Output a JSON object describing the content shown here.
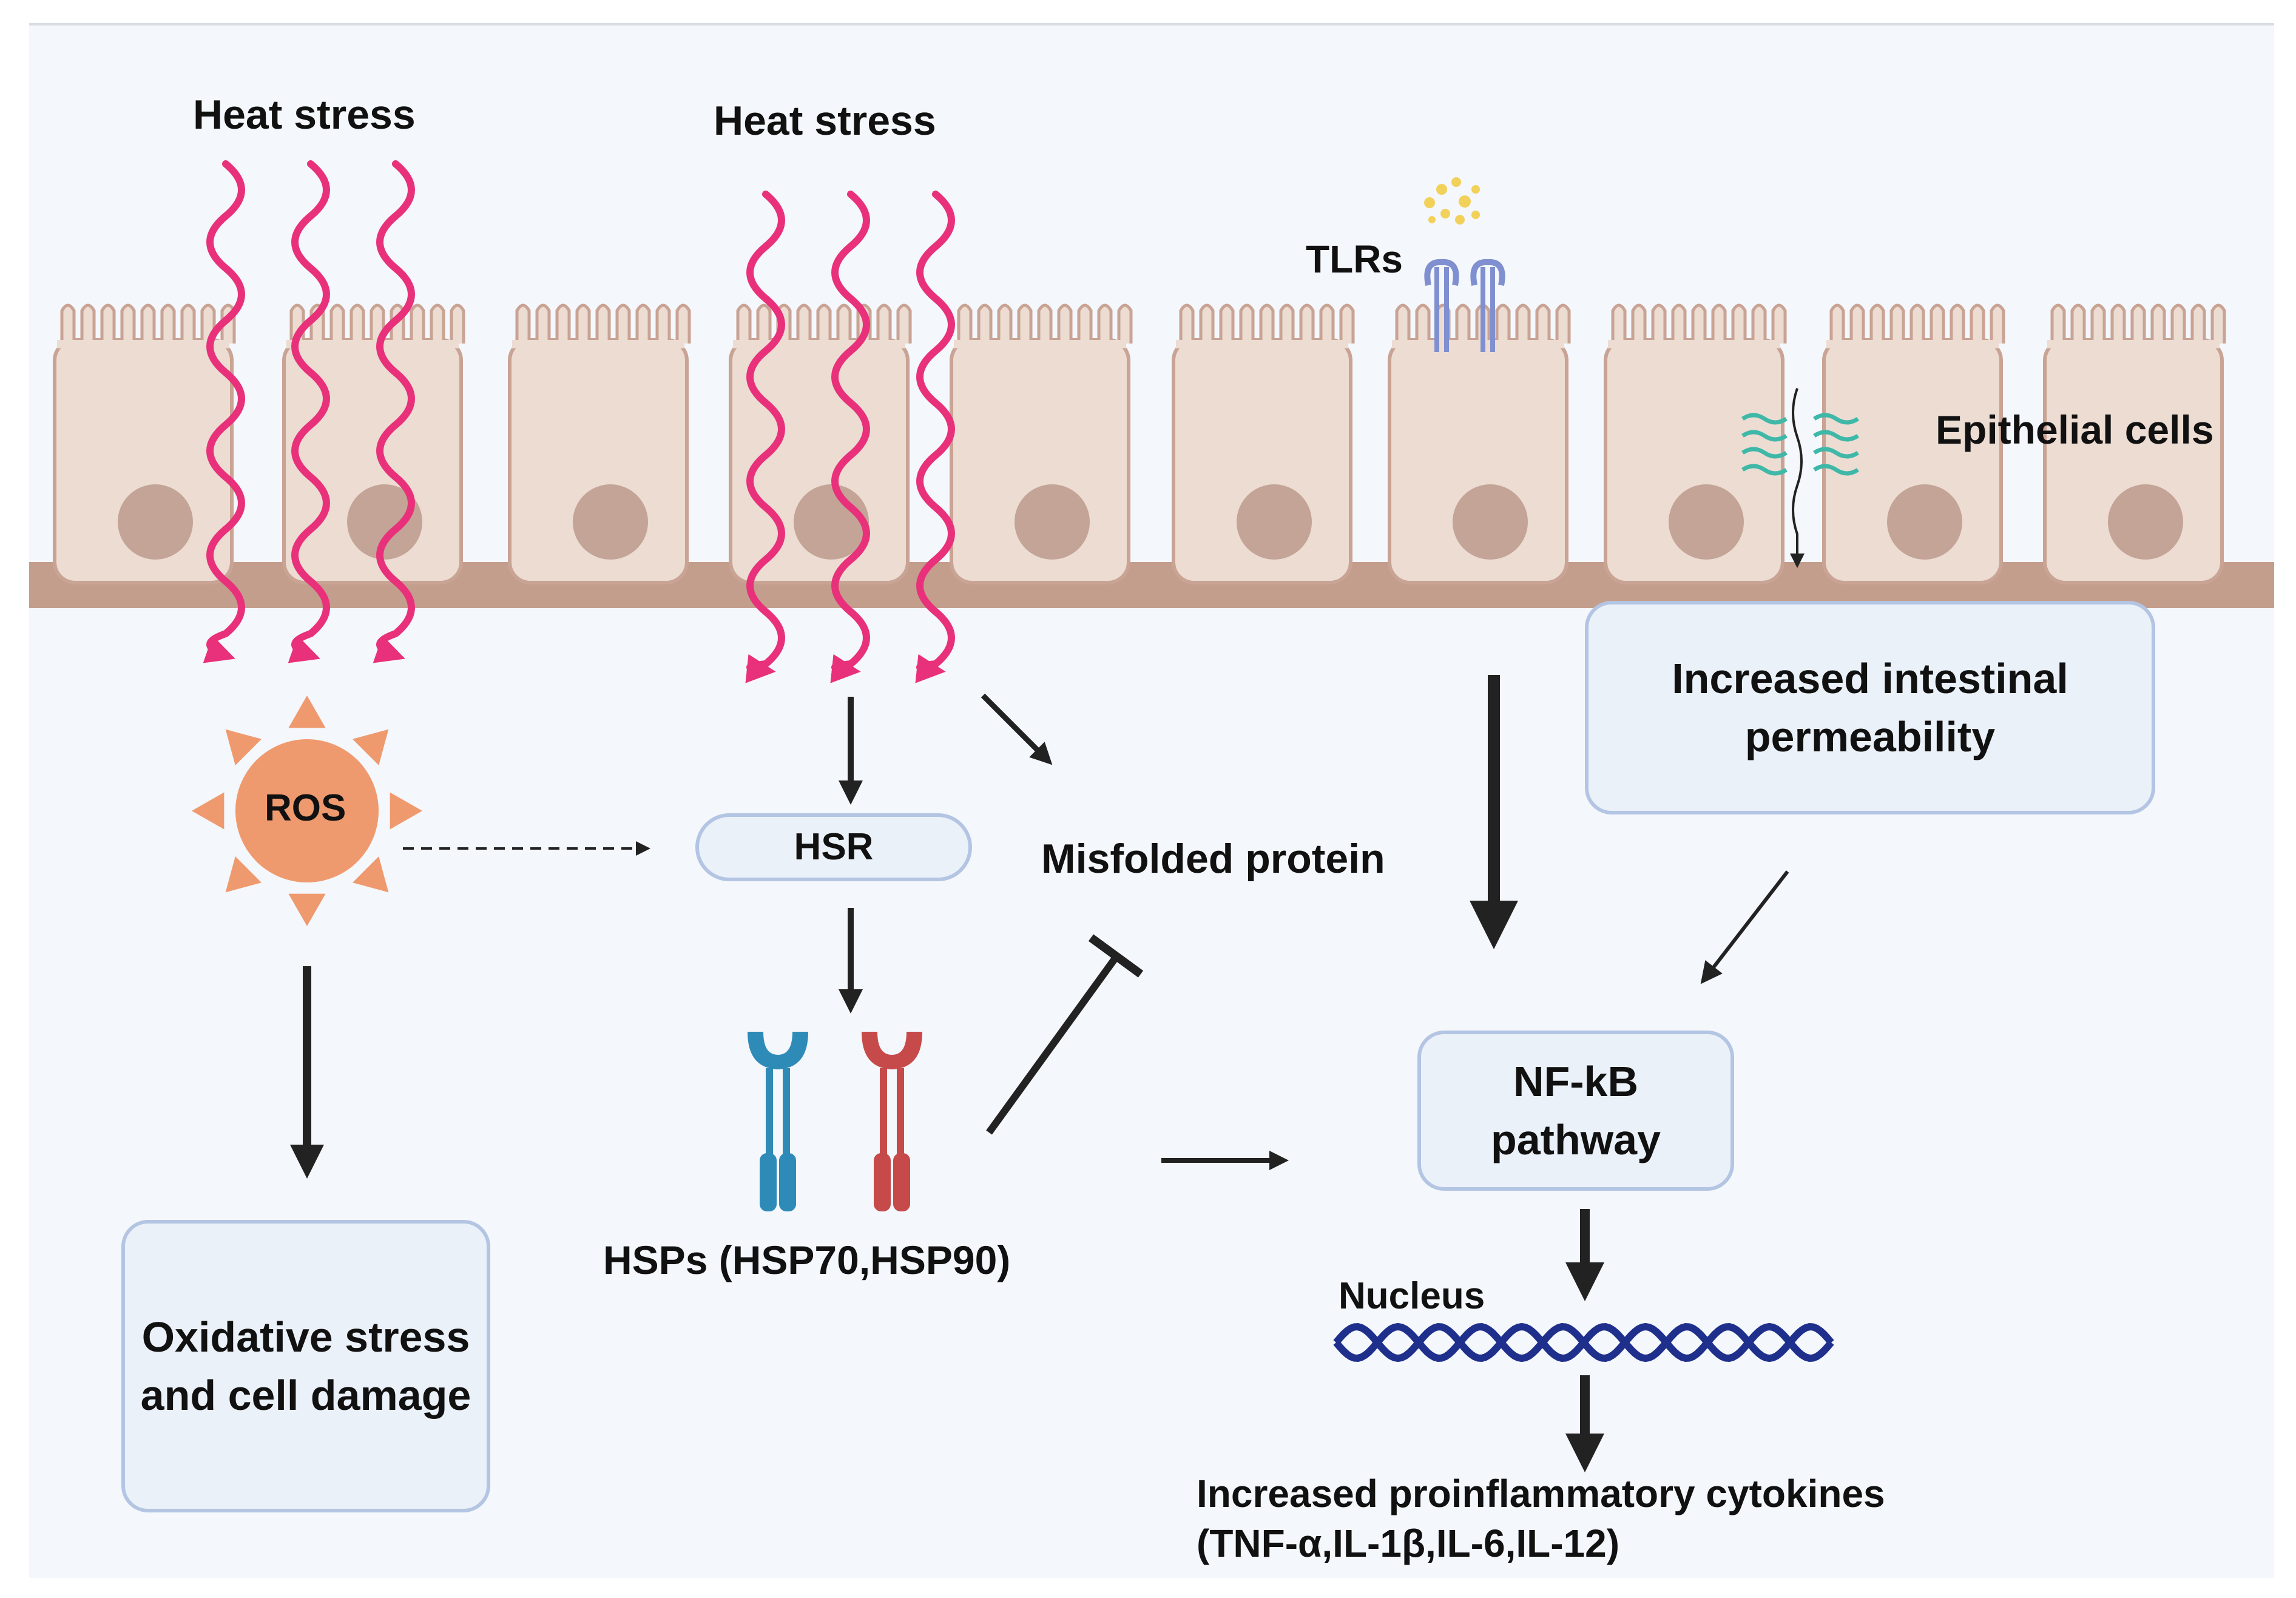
{
  "labels": {
    "heat_stress_left": "Heat stress",
    "heat_stress_mid": "Heat stress",
    "tlrs": "TLRs",
    "epithelial_cells": "Epithelial cells",
    "ros": "ROS",
    "hsr": "HSR",
    "misfolded_protein": "Misfolded protein",
    "hsps": "HSPs (HSP70,HSP90)",
    "nucleus": "Nucleus"
  },
  "boxes": {
    "permeability": [
      "Increased intestinal",
      "permeability"
    ],
    "nfkb": [
      "NF-kB",
      "pathway"
    ],
    "oxidative": [
      "Oxidative stress",
      "and cell damage"
    ]
  },
  "output": {
    "line1": "Increased proinflammatory cytokines",
    "line2": "(TNF-α,IL-1β,IL-6,IL-12)"
  },
  "colors": {
    "heat_wave": "#e8317a",
    "cell_fill": "#ecdcd2",
    "cell_border": "#c9a394",
    "nucleus_fill": "#c4a497",
    "membrane": "#c49e8c",
    "ros_fill": "#ef9a6e",
    "box_fill": "#ebf1f8",
    "box_border": "#b3c5e3",
    "hsp70": "#2e8bb8",
    "hsp90": "#c74a4a",
    "dna": "#1f2f8c",
    "arrow": "#222222",
    "tlr": "#7f8fcf",
    "tight_junction": "#3fb8a8",
    "bacteria": "#f2d15a"
  }
}
